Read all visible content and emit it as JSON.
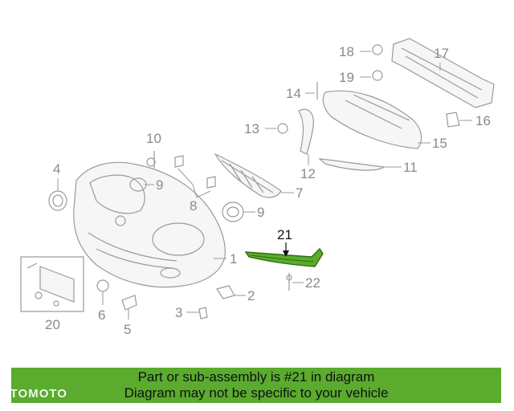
{
  "callouts": {
    "c1": "1",
    "c2": "2",
    "c3": "3",
    "c4": "4",
    "c5": "5",
    "c6": "6",
    "c7": "7",
    "c8": "8",
    "c9a": "9",
    "c9b": "9",
    "c10": "10",
    "c11": "11",
    "c12": "12",
    "c13": "13",
    "c14": "14",
    "c15": "15",
    "c16": "16",
    "c17": "17",
    "c18": "18",
    "c19": "19",
    "c20": "20",
    "c21": "21",
    "c22": "22"
  },
  "highlight_color": "#5aab2e",
  "banner": {
    "line1": "Part or sub-assembly is #21 in diagram",
    "line2": "Diagram may not be specific to your vehicle"
  },
  "watermark": "OTOMOTO"
}
